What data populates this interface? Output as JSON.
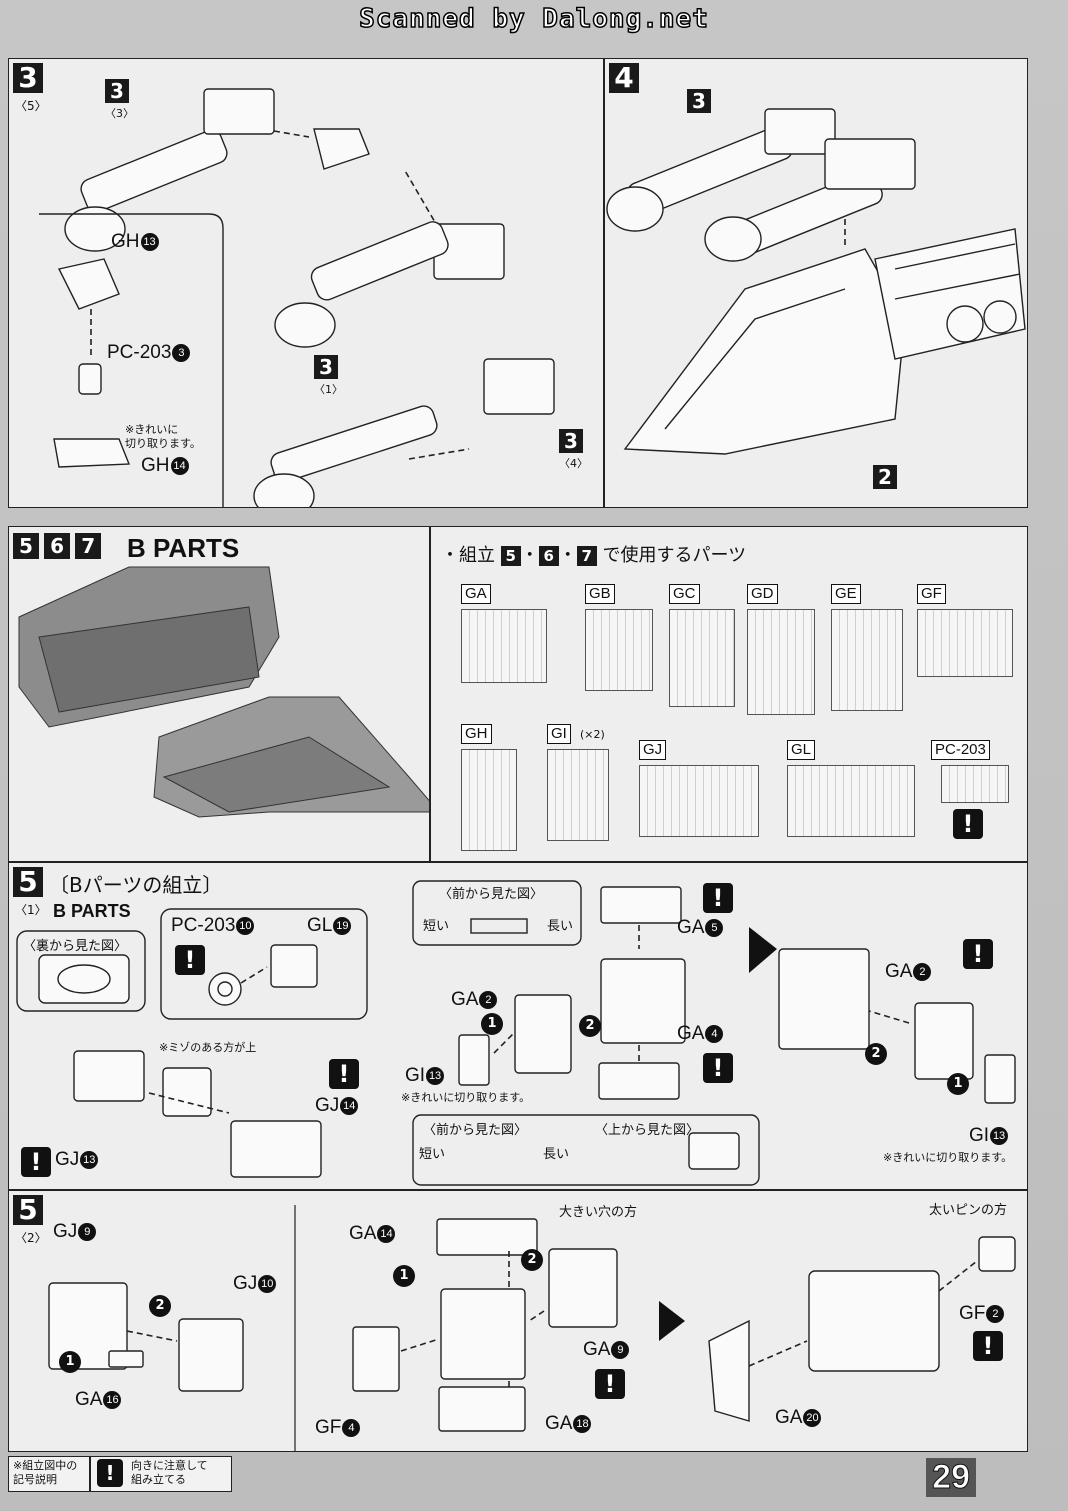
{
  "header": {
    "scan_credit": "Scanned by Dalong.net"
  },
  "step3": {
    "number": "3",
    "sub": "〈5〉",
    "callout_top": {
      "num": "3",
      "sub": "〈3〉"
    },
    "callout_mid": {
      "num": "3",
      "sub": "〈1〉"
    },
    "callout_right": {
      "num": "3",
      "sub": "〈4〉"
    },
    "labels": {
      "gh13": "GH",
      "gh13_n": "13",
      "pc203_3": "PC-203",
      "pc203_3_n": "3",
      "gh14": "GH",
      "gh14_n": "14"
    },
    "note": "※きれいに\n切り取ります。"
  },
  "step4": {
    "number": "4",
    "callout_top": "3",
    "callout_bottom": "2"
  },
  "parts_section": {
    "steps": [
      "5",
      "6",
      "7"
    ],
    "title": "B PARTS",
    "used_parts_prefix": "・組立",
    "used_parts_steps": [
      "5",
      "6",
      "7"
    ],
    "used_parts_suffix": "で使用するパーツ",
    "sheets": [
      {
        "code": "GA"
      },
      {
        "code": "GB"
      },
      {
        "code": "GC"
      },
      {
        "code": "GD"
      },
      {
        "code": "GE"
      },
      {
        "code": "GF"
      },
      {
        "code": "GH"
      },
      {
        "code": "GI",
        "qty": "(×2)"
      },
      {
        "code": "GJ"
      },
      {
        "code": "GL"
      },
      {
        "code": "PC-203"
      }
    ]
  },
  "step5_1": {
    "number": "5",
    "sub": "〈1〉",
    "title": "〔Bパーツの組立〕",
    "subtitle": "B PARTS",
    "back_view": "〈裏から見た図〉",
    "front_view_1": "〈前から見た図〉",
    "front_view_2": "〈前から見た図〉",
    "top_view": "〈上から見た図〉",
    "short": "短い",
    "long": "長い",
    "groove_note": "※ミゾのある方が上",
    "cut_note_1": "※きれいに切り取ります。",
    "cut_note_2": "※きれいに切り取ります。",
    "labels": {
      "pc203": "PC-203",
      "pc203_n": "10",
      "gl": "GL",
      "gl_n": "19",
      "gj14": "GJ",
      "gj14_n": "14",
      "gj13": "GJ",
      "gj13_n": "13",
      "ga5": "GA",
      "ga5_n": "5",
      "ga2a": "GA",
      "ga2a_n": "2",
      "ga4": "GA",
      "ga4_n": "4",
      "gi13a": "GI",
      "gi13a_n": "13",
      "ga2b": "GA",
      "ga2b_n": "2",
      "gi13b": "GI",
      "gi13b_n": "13"
    }
  },
  "step5_2": {
    "number": "5",
    "sub": "〈2〉",
    "big_hole_note": "大きい穴の方",
    "thick_pin_note": "太いピンの方",
    "labels": {
      "gj9": "GJ",
      "gj9_n": "9",
      "gj10": "GJ",
      "gj10_n": "10",
      "ga16": "GA",
      "ga16_n": "16",
      "ga14": "GA",
      "ga14_n": "14",
      "ga9": "GA",
      "ga9_n": "9",
      "ga18": "GA",
      "ga18_n": "18",
      "gf4": "GF",
      "gf4_n": "4",
      "ga20": "GA",
      "ga20_n": "20",
      "gf2": "GF",
      "gf2_n": "2"
    }
  },
  "legend": {
    "heading": "※組立図中の\n記号説明",
    "warn_text": "向きに注意して\n組み立てる"
  },
  "page_number": "29"
}
